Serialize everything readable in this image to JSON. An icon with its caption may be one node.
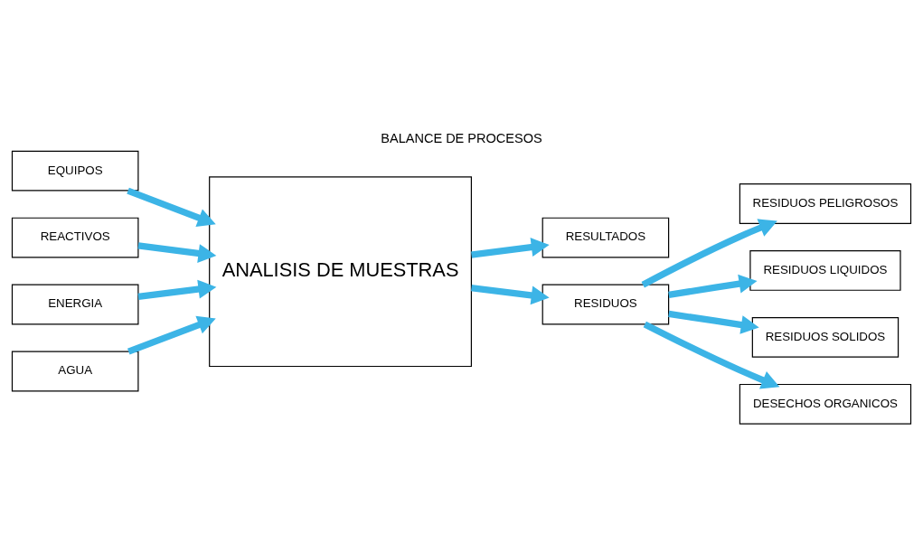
{
  "diagram": {
    "title": "BALANCE DE PROCESOS",
    "nodes": [
      {
        "text": [
          "EQUIPOS"
        ]
      },
      {
        "text": [
          "REACTIVOS"
        ]
      },
      {
        "text": [
          "ENERGIA"
        ]
      },
      {
        "text": [
          "AGUA"
        ]
      },
      {
        "text": [
          "ANALISIS DE MUESTRAS"
        ]
      },
      {
        "text": [
          "RESULTADOS"
        ]
      },
      {
        "text": [
          "RESIDUOS"
        ]
      },
      {
        "text": [
          "RESIDUOS PELIGROSOS"
        ]
      },
      {
        "text": [
          "RESIDUOS LIQUIDOS"
        ]
      },
      {
        "text": [
          "RESIDUOS SOLIDOS"
        ]
      },
      {
        "text": [
          "DESECHOS ORGANICOS"
        ]
      }
    ],
    "edges": [
      {
        "from": 0,
        "to": 4,
        "arrow": "to"
      },
      {
        "from": 1,
        "to": 4,
        "arrow": "to"
      },
      {
        "from": 2,
        "to": 4,
        "arrow": "to"
      },
      {
        "from": 3,
        "to": 4,
        "arrow": "to"
      },
      {
        "from": 4,
        "to": 5,
        "arrow": "to"
      },
      {
        "from": 4,
        "to": 6,
        "arrow": "to"
      },
      {
        "from": 6,
        "to": 7,
        "arrow": "to"
      },
      {
        "from": 6,
        "to": 8,
        "arrow": "to"
      },
      {
        "from": 6,
        "to": 9,
        "arrow": "to"
      },
      {
        "from": 6,
        "to": 10,
        "arrow": "to"
      }
    ]
  }
}
